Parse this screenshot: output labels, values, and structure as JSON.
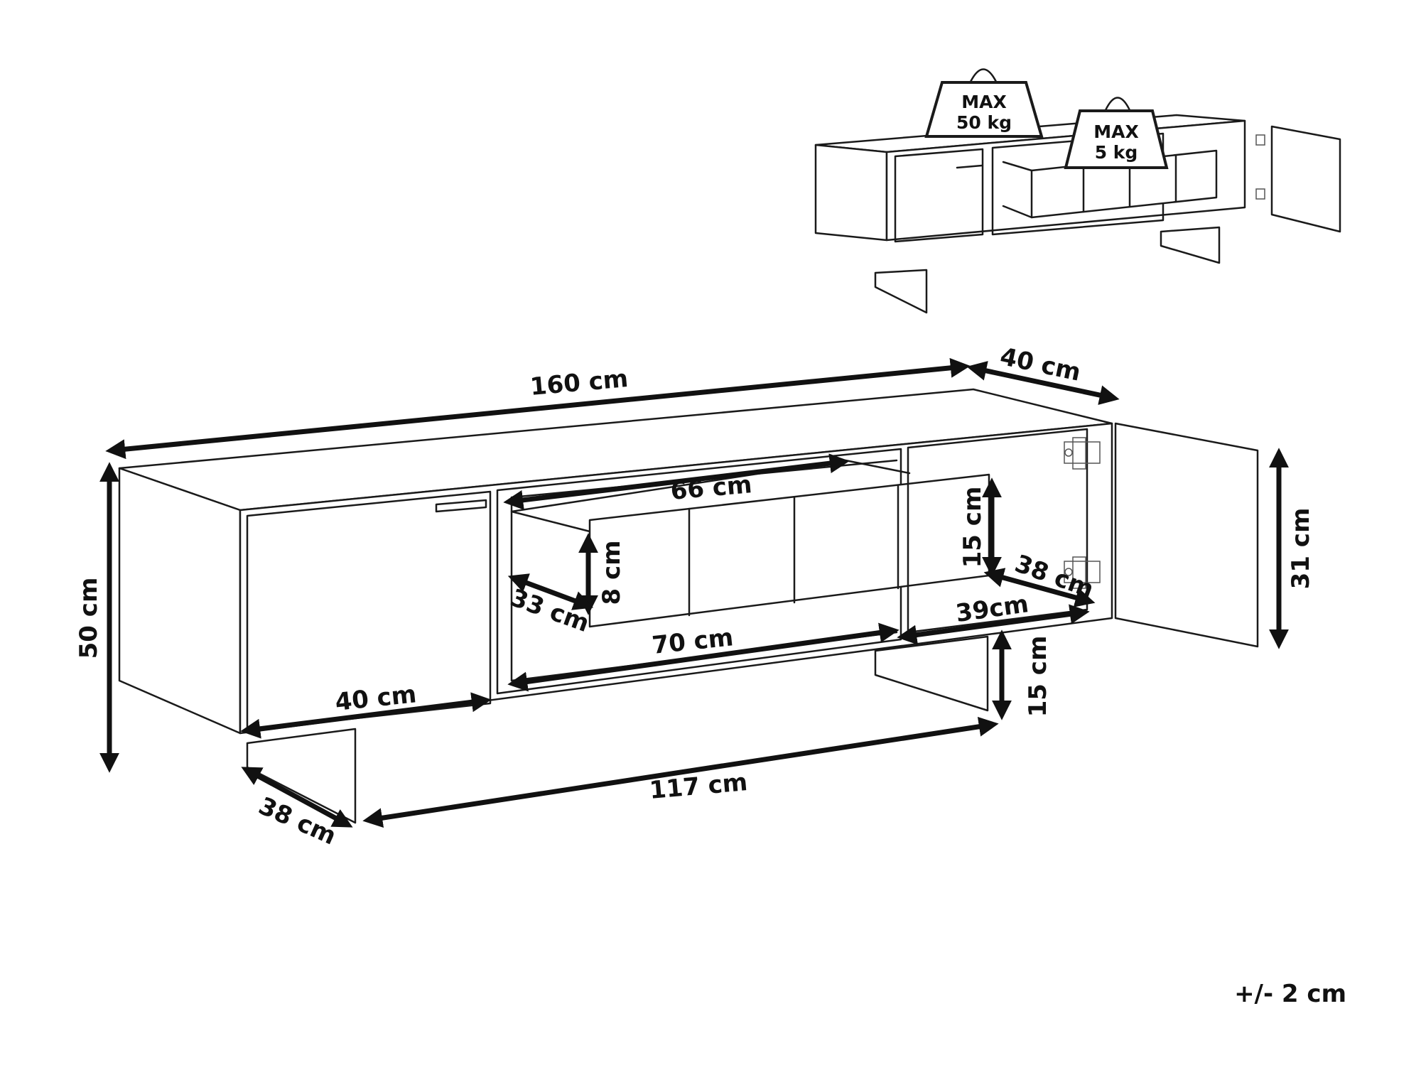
{
  "dimensions": {
    "width": "160 cm",
    "depth": "40 cm",
    "height": "50 cm",
    "drawer_inner_width": "66 cm",
    "drawer_front_height": "15 cm",
    "drawer_side_height": "8 cm",
    "drawer_depth": "33 cm",
    "compartment_width": "70 cm",
    "door_compartment_depth": "38 cm",
    "door_compartment_width": "39cm",
    "door_height": "31 cm",
    "left_compartment_width": "40 cm",
    "leg_height": "15 cm",
    "leg_span": "117 cm",
    "leg_depth": "38 cm"
  },
  "load_badges": {
    "top": {
      "line1": "MAX",
      "line2": "50 kg"
    },
    "drawer": {
      "line1": "MAX",
      "line2": "5 kg"
    }
  },
  "tolerance": "+/- 2 cm"
}
